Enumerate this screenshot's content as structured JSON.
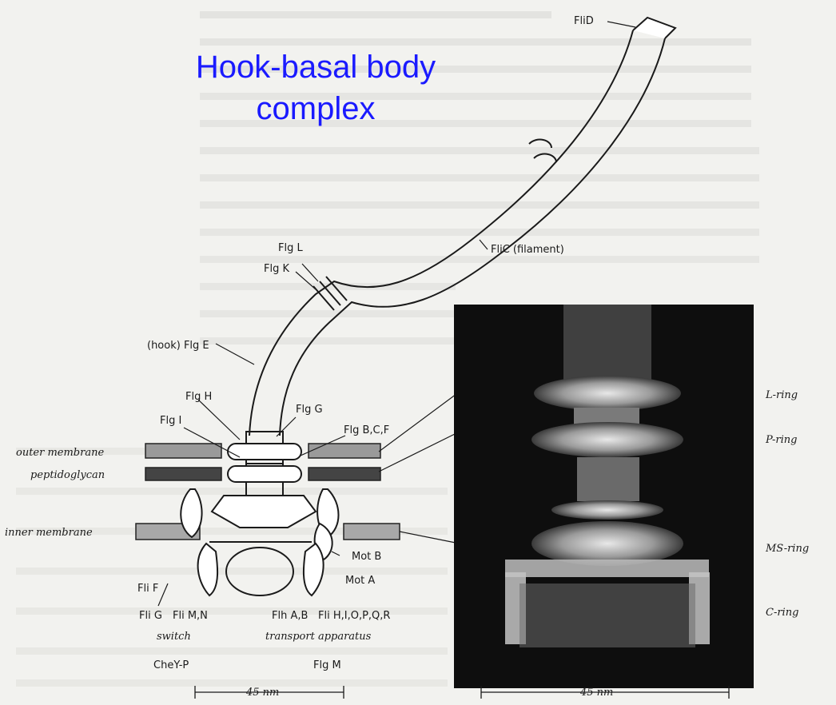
{
  "title": {
    "line1": "Hook-basal body",
    "line2": "complex"
  },
  "labels": {
    "fli_d": "FliD",
    "fli_c": "FliC (filament)",
    "flg_l": "Flg L",
    "flg_k": "Flg K",
    "flg_e": "(hook) Flg E",
    "flg_h": "Flg H",
    "flg_g": "Flg G",
    "flg_i": "Flg I",
    "flg_bcf": "Flg B,C,F",
    "outer_membrane": "outer membrane",
    "peptidoglycan": "peptidoglycan",
    "inner_membrane": "inner membrane",
    "mot_b": "Mot B",
    "mot_a": "Mot A",
    "fli_f": "Fli F",
    "fli_g": "Fli G",
    "fli_mn": "Fli M,N",
    "flh_ab": "Flh A,B",
    "fli_hiopqr": "Fli H,I,O,P,Q,R",
    "switch": "switch",
    "transport": "transport apparatus",
    "chey_p": "CheY-P",
    "flg_m": "Flg M",
    "scale_left": "45 nm",
    "scale_right": "45 nm"
  },
  "em_labels": {
    "l_ring": "L-ring",
    "p_ring": "P-ring",
    "ms_ring": "MS-ring",
    "c_ring": "C-ring"
  },
  "colors": {
    "title": "#1a1aff",
    "background": "#f2f2ef",
    "em_background": "#0e0e0e"
  }
}
